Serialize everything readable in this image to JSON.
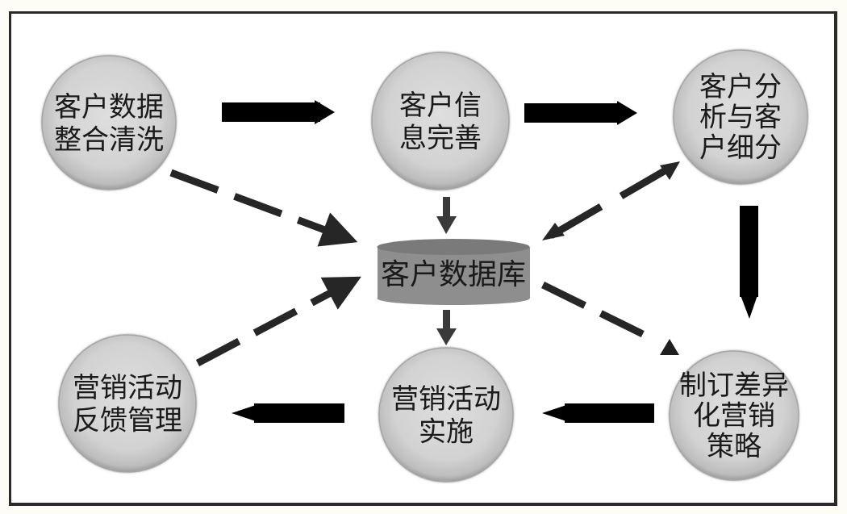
{
  "diagram": {
    "type": "flow-diagram",
    "nodes": [
      {
        "id": "integrate",
        "lines": [
          "客户数据",
          "整合清洗"
        ],
        "shape": "circle"
      },
      {
        "id": "complete",
        "lines": [
          "客户信",
          "息完善"
        ],
        "shape": "circle"
      },
      {
        "id": "analyze",
        "lines": [
          "客户分",
          "析与客",
          "户细分"
        ],
        "shape": "circle"
      },
      {
        "id": "database",
        "lines": [
          "客户数据库"
        ],
        "shape": "cylinder"
      },
      {
        "id": "feedback",
        "lines": [
          "营销活动",
          "反馈管理"
        ],
        "shape": "circle"
      },
      {
        "id": "implement",
        "lines": [
          "营销活动",
          "实施"
        ],
        "shape": "circle"
      },
      {
        "id": "strategy",
        "lines": [
          "制订差异",
          "化营销",
          "策略"
        ],
        "shape": "circle"
      }
    ],
    "edges": [
      {
        "from": "integrate",
        "to": "complete",
        "style": "solid-thick"
      },
      {
        "from": "complete",
        "to": "analyze",
        "style": "solid-thick"
      },
      {
        "from": "analyze",
        "to": "strategy",
        "style": "solid-thick"
      },
      {
        "from": "strategy",
        "to": "implement",
        "style": "solid-thick"
      },
      {
        "from": "implement",
        "to": "feedback",
        "style": "solid-thick"
      },
      {
        "from": "complete",
        "to": "database",
        "style": "solid-short"
      },
      {
        "from": "database",
        "to": "implement",
        "style": "solid-short"
      },
      {
        "from": "integrate",
        "to": "database",
        "style": "dashed"
      },
      {
        "from": "feedback",
        "to": "database",
        "style": "dashed"
      },
      {
        "from": "database",
        "to": "strategy",
        "style": "dashed"
      },
      {
        "from": "database",
        "to": "analyze",
        "style": "dashed-bidirectional"
      }
    ],
    "colors": {
      "node_fill": "#d4d4d4",
      "node_edge": "#a6a6a6",
      "db_fill": "#8e8e8e",
      "db_top": "#7a7a7a",
      "arrow": "#000000",
      "dashed_arrow": "#262626",
      "text": "#1a1a1a"
    }
  }
}
